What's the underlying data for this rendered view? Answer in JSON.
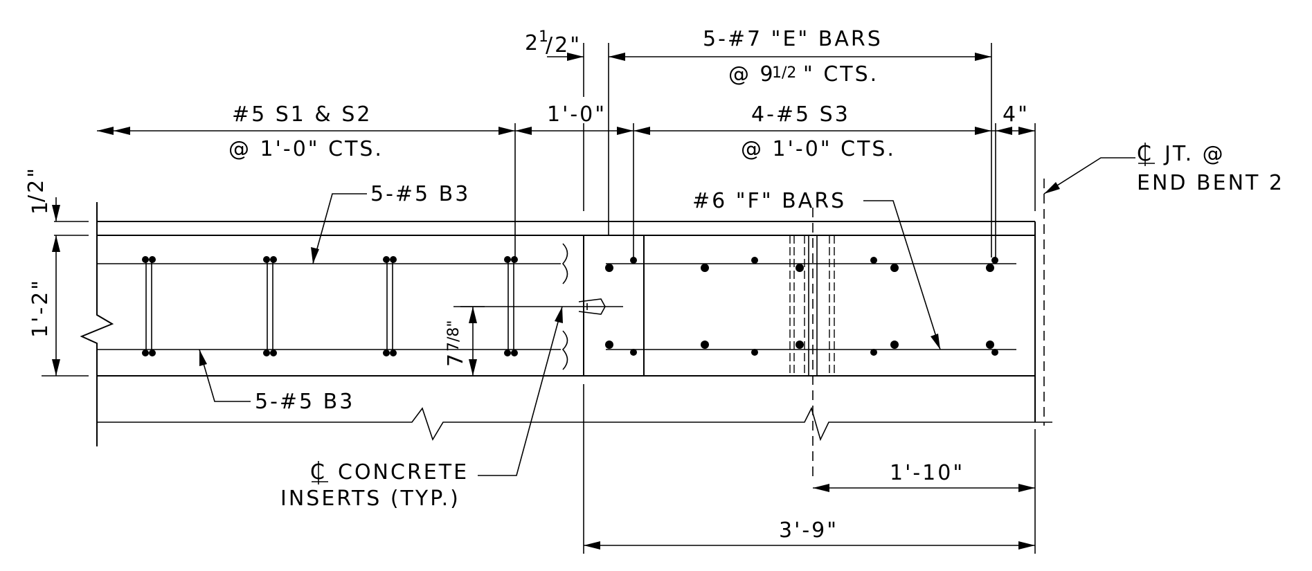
{
  "labels": {
    "top_clear_cover": "2",
    "top_clear_cover_frac_num": "1",
    "top_clear_cover_frac_den": "/2\"",
    "e_bars": "5-#7 \"E\" BARS",
    "e_bars_spacing_a": "@ 9",
    "e_bars_spacing_frac": "1/2",
    "e_bars_spacing_b": "\" CTS.",
    "s1_s2": "#5 S1 & S2",
    "s1_s2_spacing": "@ 1'-0\" CTS.",
    "one_foot": "1'-0\"",
    "s3": "4-#5 S3",
    "s3_spacing": "@ 1'-0\" CTS.",
    "four_in": "4\"",
    "cl_joint_line1": "JT. @",
    "cl_joint_line2": "END BENT 2",
    "top_cover_vert": "1",
    "top_cover_vert_frac": "/2\"",
    "b3_top": "5-#5 B3",
    "f_bars": "#6 \"F\" BARS",
    "depth": "1'-2\"",
    "insert_depth": "7",
    "insert_depth_frac": "7/8\"",
    "b3_bottom": "5-#5 B3",
    "cl_inserts_line1": "CONCRETE",
    "cl_inserts_line2": "INSERTS (TYP.)",
    "dim_1_10": "1'-10\"",
    "dim_3_9": "3'-9\""
  },
  "icons": {
    "centerline": "centerline-symbol-icon",
    "break": "break-line-icon"
  },
  "colors": {
    "ink": "#000000",
    "paper": "#ffffff"
  }
}
